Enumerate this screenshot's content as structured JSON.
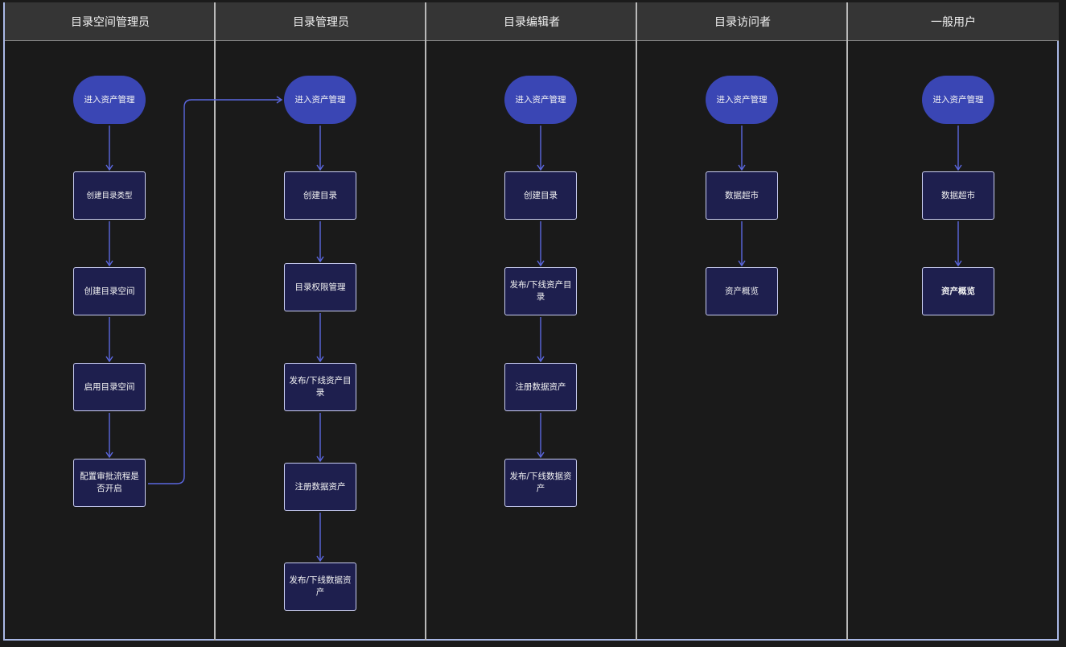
{
  "lanes": [
    {
      "title": "目录空间管理员"
    },
    {
      "title": "目录管理员"
    },
    {
      "title": "目录编辑者"
    },
    {
      "title": "目录访问者"
    },
    {
      "title": "一般用户"
    }
  ],
  "nodes": {
    "l1_start": "进入资产管理",
    "l1_n1": "创建目录类型",
    "l1_n2": "创建目录空间",
    "l1_n3": "启用目录空间",
    "l1_n4": "配置审批流程是否开启",
    "l2_start": "进入资产管理",
    "l2_n1": "创建目录",
    "l2_n2": "目录权限管理",
    "l2_n3": "发布/下线资产目录",
    "l2_n4": "注册数据资产",
    "l2_n5": "发布/下线数据资产",
    "l3_start": "进入资产管理",
    "l3_n1": "创建目录",
    "l3_n2": "发布/下线资产目录",
    "l3_n3": "注册数据资产",
    "l3_n4": "发布/下线数据资产",
    "l4_start": "进入资产管理",
    "l4_n1": "数据超市",
    "l4_n2": "资产概览",
    "l5_start": "进入资产管理",
    "l5_n1": "数据超市",
    "l5_n2": "资产概览"
  },
  "colors": {
    "accent": "#3a46b4",
    "edge": "#5b67e0",
    "node_fill": "#1e1f4e",
    "frame": "#a9b8e6"
  }
}
